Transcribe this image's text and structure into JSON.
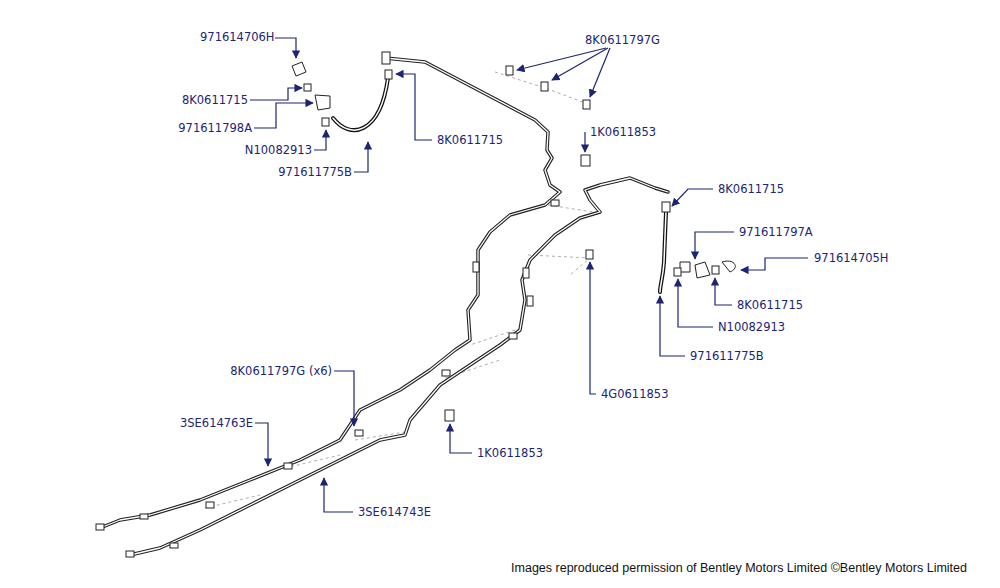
{
  "diagram": {
    "labels": [
      "971614706H",
      "8K0611715",
      "971611798A",
      "N10082913",
      "971611775B",
      "8K0611797G",
      "8K0611715",
      "1K0611853",
      "8K0611715",
      "971611797A",
      "971614705H",
      "8K0611715",
      "N10082913",
      "971611775B",
      "4G0611853",
      "8K0611797G (x6)",
      "3SE614763E",
      "1K0611853",
      "3SE614743E",
      "Images reproduced permission of Bentley Motors Limited ©Bentley Motors Limited"
    ]
  }
}
